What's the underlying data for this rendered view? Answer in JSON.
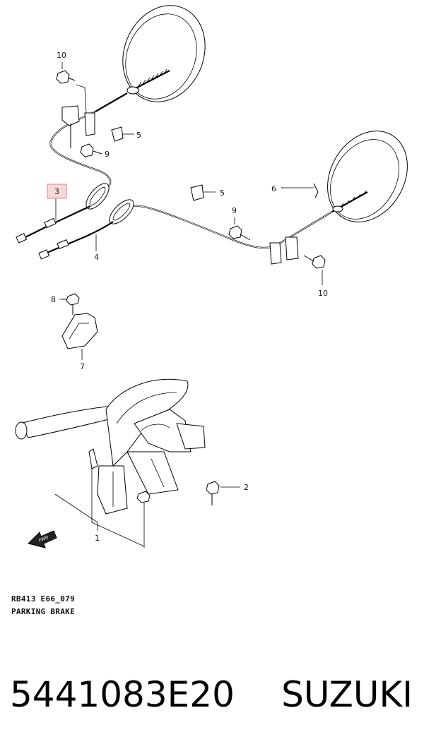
{
  "callouts": {
    "c1": "1",
    "c2": "2",
    "c3": "3",
    "c4": "4",
    "c5a": "5",
    "c5b": "5",
    "c6": "6",
    "c7": "7",
    "c8": "8",
    "c9a": "9",
    "c9b": "9",
    "c10a": "10",
    "c10b": "10"
  },
  "highlight": {
    "callout": "3",
    "color": "#e8808a"
  },
  "fwd_label": "FWD",
  "caption": {
    "code": "RB413 E66_079",
    "title": "PARKING BRAKE"
  },
  "footer": {
    "part_number": "5441083E20",
    "brand": "SUZUKI"
  }
}
